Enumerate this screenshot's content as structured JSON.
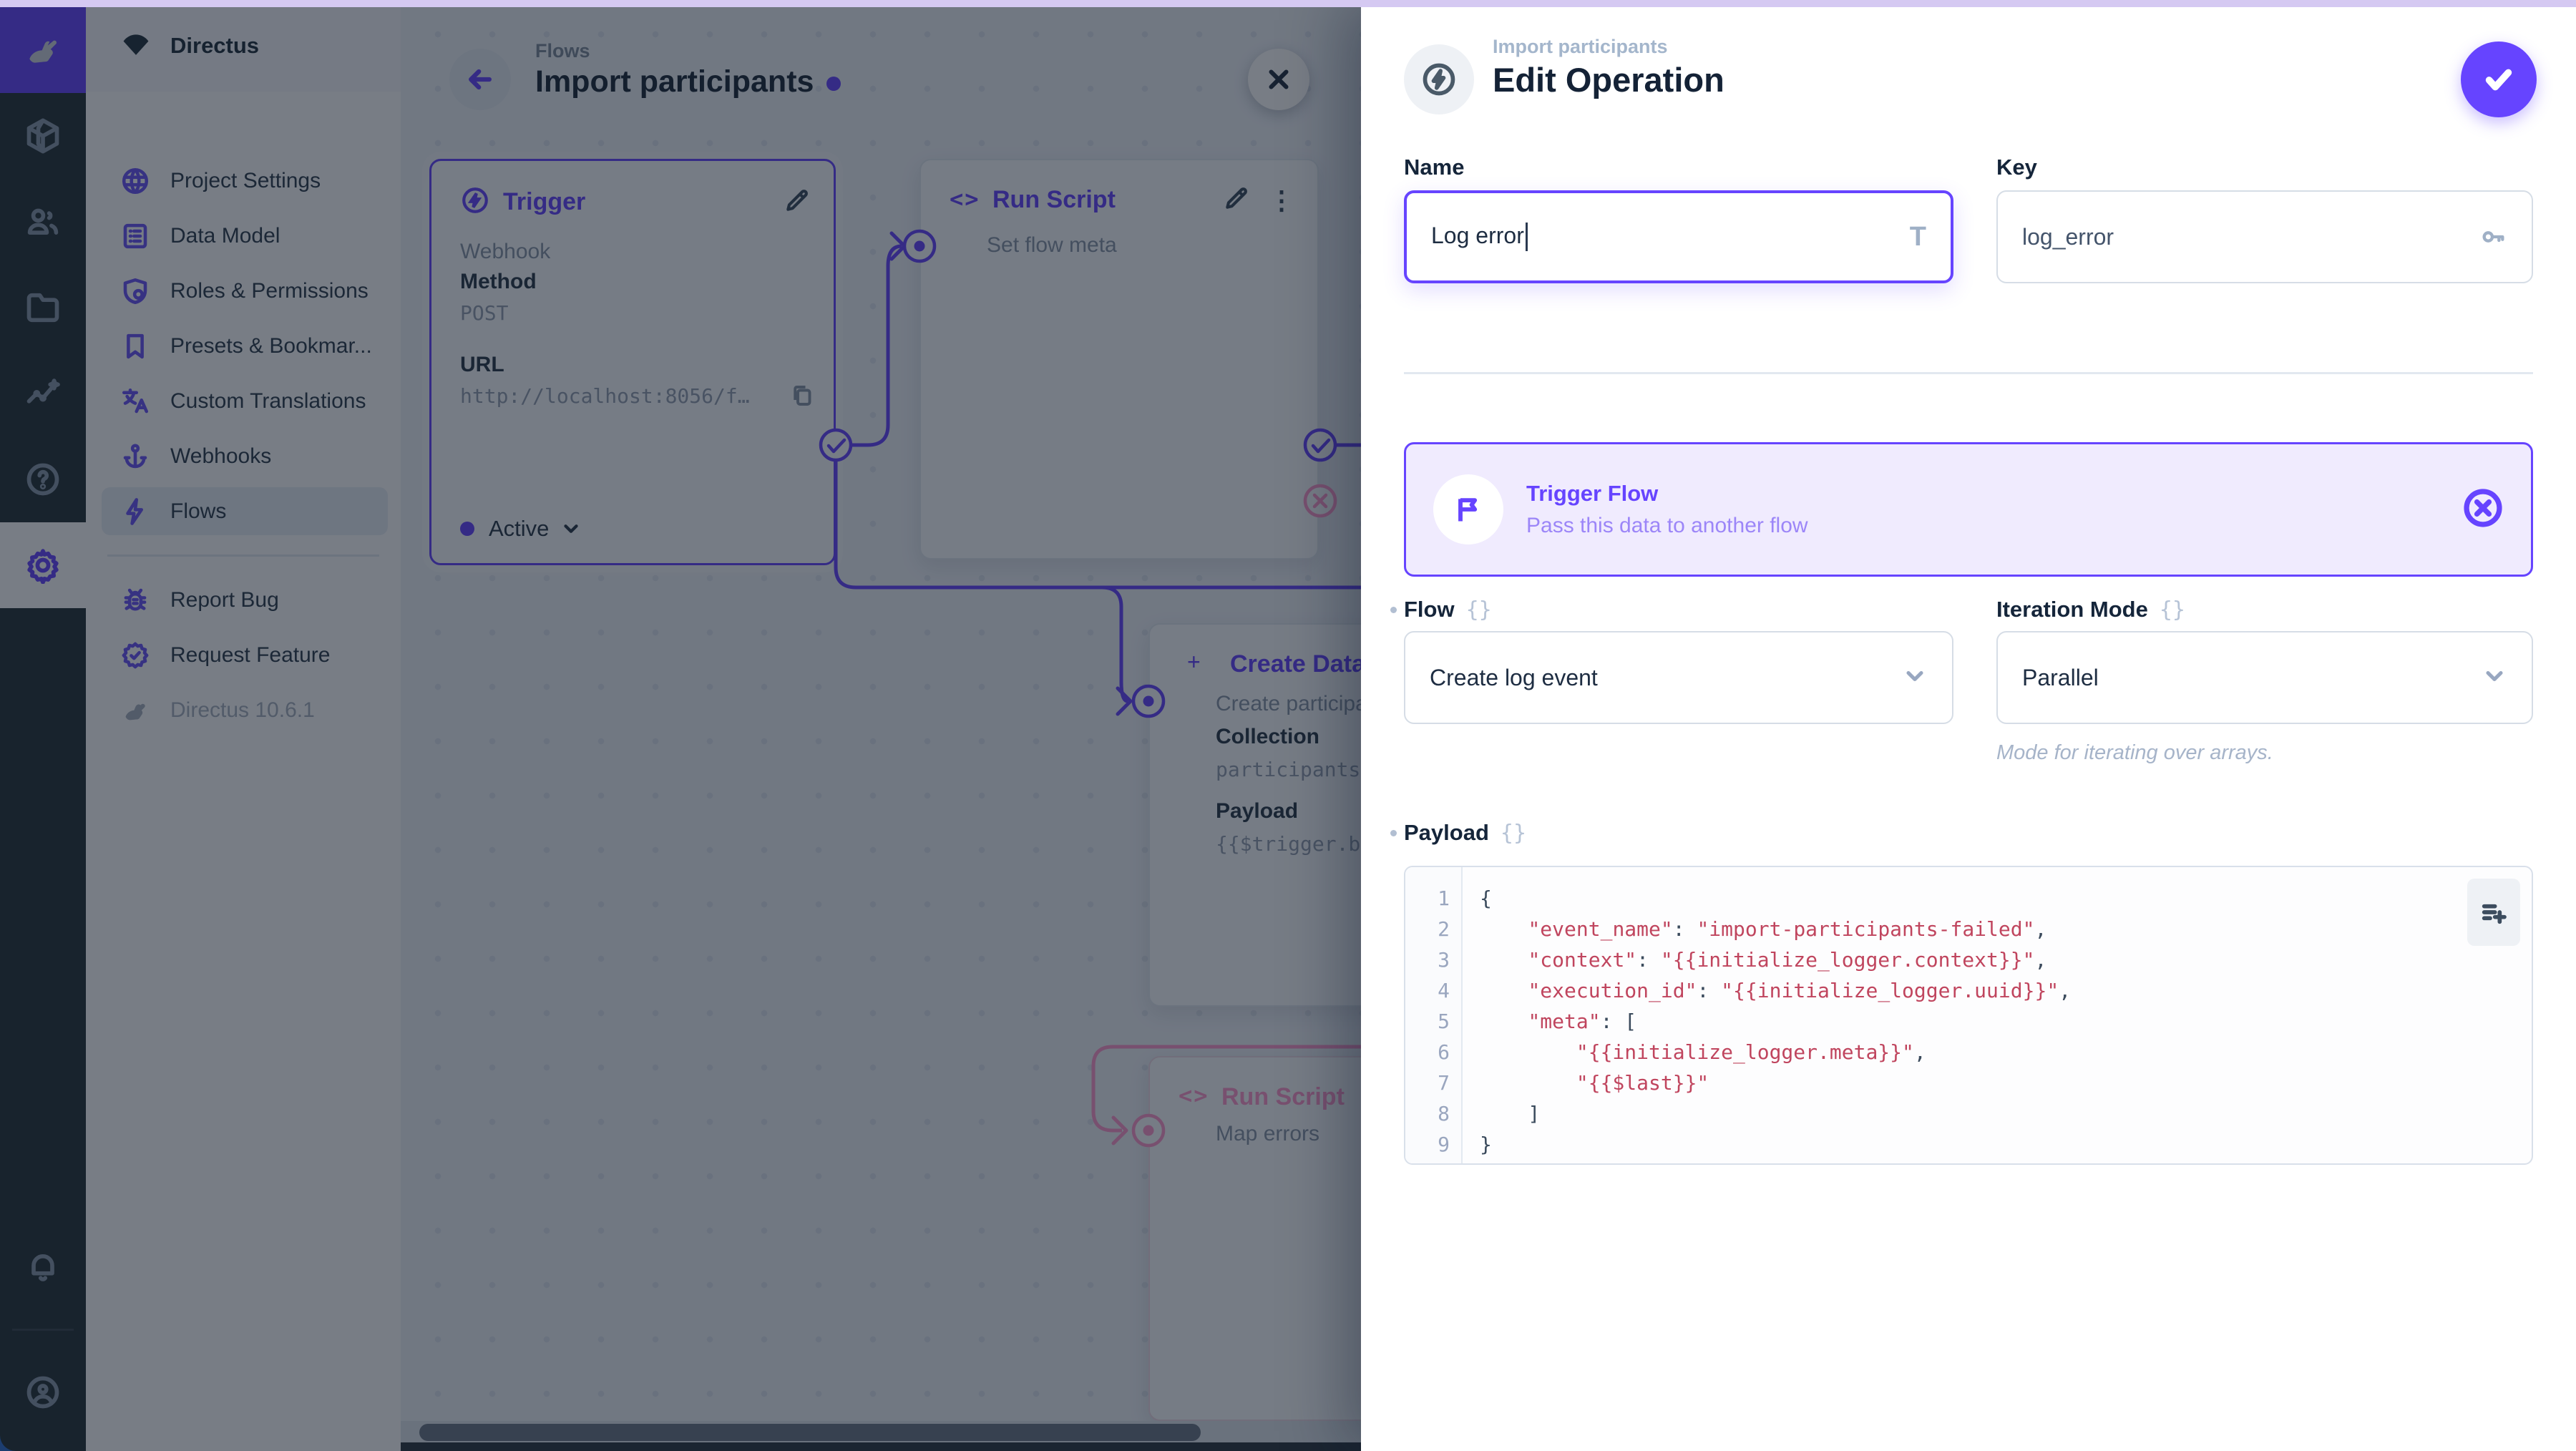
{
  "colors": {
    "accent": "#6644ff",
    "reject": "#ff99cc",
    "code_string": "#c0455e",
    "module_bar": "#263238",
    "top_strip": "#d5c9f2"
  },
  "sidebar": {
    "project_name": "Directus",
    "items": [
      {
        "label": "Project Settings",
        "icon": "globe-icon"
      },
      {
        "label": "Data Model",
        "icon": "data-model-icon"
      },
      {
        "label": "Roles & Permissions",
        "icon": "shield-icon"
      },
      {
        "label": "Presets & Bookmar...",
        "icon": "bookmark-icon"
      },
      {
        "label": "Custom Translations",
        "icon": "translate-icon"
      },
      {
        "label": "Webhooks",
        "icon": "anchor-icon"
      },
      {
        "label": "Flows",
        "icon": "bolt-icon",
        "active": true
      }
    ],
    "secondary_items": [
      {
        "label": "Report Bug",
        "icon": "bug-icon"
      },
      {
        "label": "Request Feature",
        "icon": "feature-badge-icon"
      }
    ],
    "version": "Directus 10.6.1"
  },
  "canvas": {
    "breadcrumb": "Flows",
    "title": "Import participants",
    "trigger_card": {
      "title": "Trigger",
      "type": "Webhook",
      "method_label": "Method",
      "method_value": "POST",
      "url_label": "URL",
      "url_value": "http://localhost:8056/f…",
      "status": "Active"
    },
    "run_script_card": {
      "title": "Run Script",
      "name": "Set flow meta"
    },
    "create_data_card": {
      "title": "Create Data",
      "name": "Create participant",
      "collection_label": "Collection",
      "collection_value": "participants",
      "payload_label": "Payload",
      "payload_value": "{{$trigger.body"
    },
    "map_errors_card": {
      "title": "Run Script",
      "name": "Map errors"
    }
  },
  "drawer": {
    "breadcrumb": "Import participants",
    "title": "Edit Operation",
    "name_label": "Name",
    "name_value": "Log error",
    "key_label": "Key",
    "key_value": "log_error",
    "banner": {
      "title": "Trigger Flow",
      "subtitle": "Pass this data to another flow"
    },
    "flow_label": "Flow",
    "flow_value": "Create log event",
    "iteration_label": "Iteration Mode",
    "iteration_value": "Parallel",
    "iteration_caption": "Mode for iterating over arrays.",
    "payload_label": "Payload",
    "braces_glyph": "{}",
    "payload_editor": {
      "lines": [
        {
          "n": "1",
          "segs": [
            [
              "{",
              "cp"
            ]
          ]
        },
        {
          "n": "2",
          "segs": [
            [
              "    ",
              "cp"
            ],
            [
              "\"event_name\"",
              "cs"
            ],
            [
              ": ",
              "cp"
            ],
            [
              "\"import-participants-failed\"",
              "cs"
            ],
            [
              ",",
              "cp"
            ]
          ]
        },
        {
          "n": "3",
          "segs": [
            [
              "    ",
              "cp"
            ],
            [
              "\"context\"",
              "cs"
            ],
            [
              ": ",
              "cp"
            ],
            [
              "\"{{initialize_logger.context}}\"",
              "cs"
            ],
            [
              ",",
              "cp"
            ]
          ]
        },
        {
          "n": "4",
          "segs": [
            [
              "    ",
              "cp"
            ],
            [
              "\"execution_id\"",
              "cs"
            ],
            [
              ": ",
              "cp"
            ],
            [
              "\"{{initialize_logger.uuid}}\"",
              "cs"
            ],
            [
              ",",
              "cp"
            ]
          ]
        },
        {
          "n": "5",
          "segs": [
            [
              "    ",
              "cp"
            ],
            [
              "\"meta\"",
              "cs"
            ],
            [
              ": [",
              "cp"
            ]
          ]
        },
        {
          "n": "6",
          "segs": [
            [
              "        ",
              "cp"
            ],
            [
              "\"{{initialize_logger.meta}}\"",
              "cs"
            ],
            [
              ",",
              "cp"
            ]
          ]
        },
        {
          "n": "7",
          "segs": [
            [
              "        ",
              "cp"
            ],
            [
              "\"{{$last}}\"",
              "cs"
            ]
          ]
        },
        {
          "n": "8",
          "segs": [
            [
              "    ]",
              "cp"
            ]
          ]
        },
        {
          "n": "9",
          "segs": [
            [
              "}",
              "cp"
            ]
          ]
        }
      ]
    }
  }
}
